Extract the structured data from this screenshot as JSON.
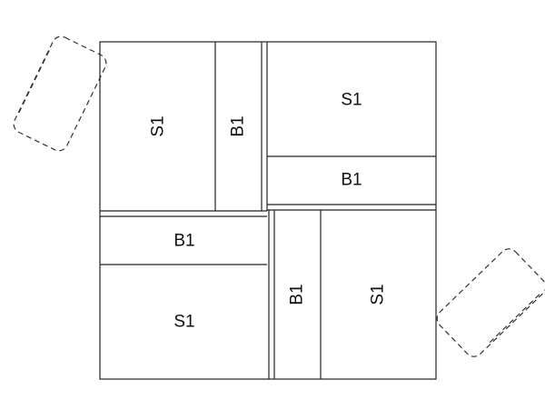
{
  "diagram": {
    "labels": {
      "s1_top_left": "S1",
      "b1_top_left": "B1",
      "s1_top_right": "S1",
      "b1_top_right": "B1",
      "b1_bottom_left": "B1",
      "s1_bottom_left": "S1",
      "b1_bottom_right": "B1",
      "s1_bottom_right": "S1"
    },
    "colors": {
      "stroke": "#222222",
      "dashed_stroke": "#333333",
      "background": "#ffffff"
    }
  }
}
